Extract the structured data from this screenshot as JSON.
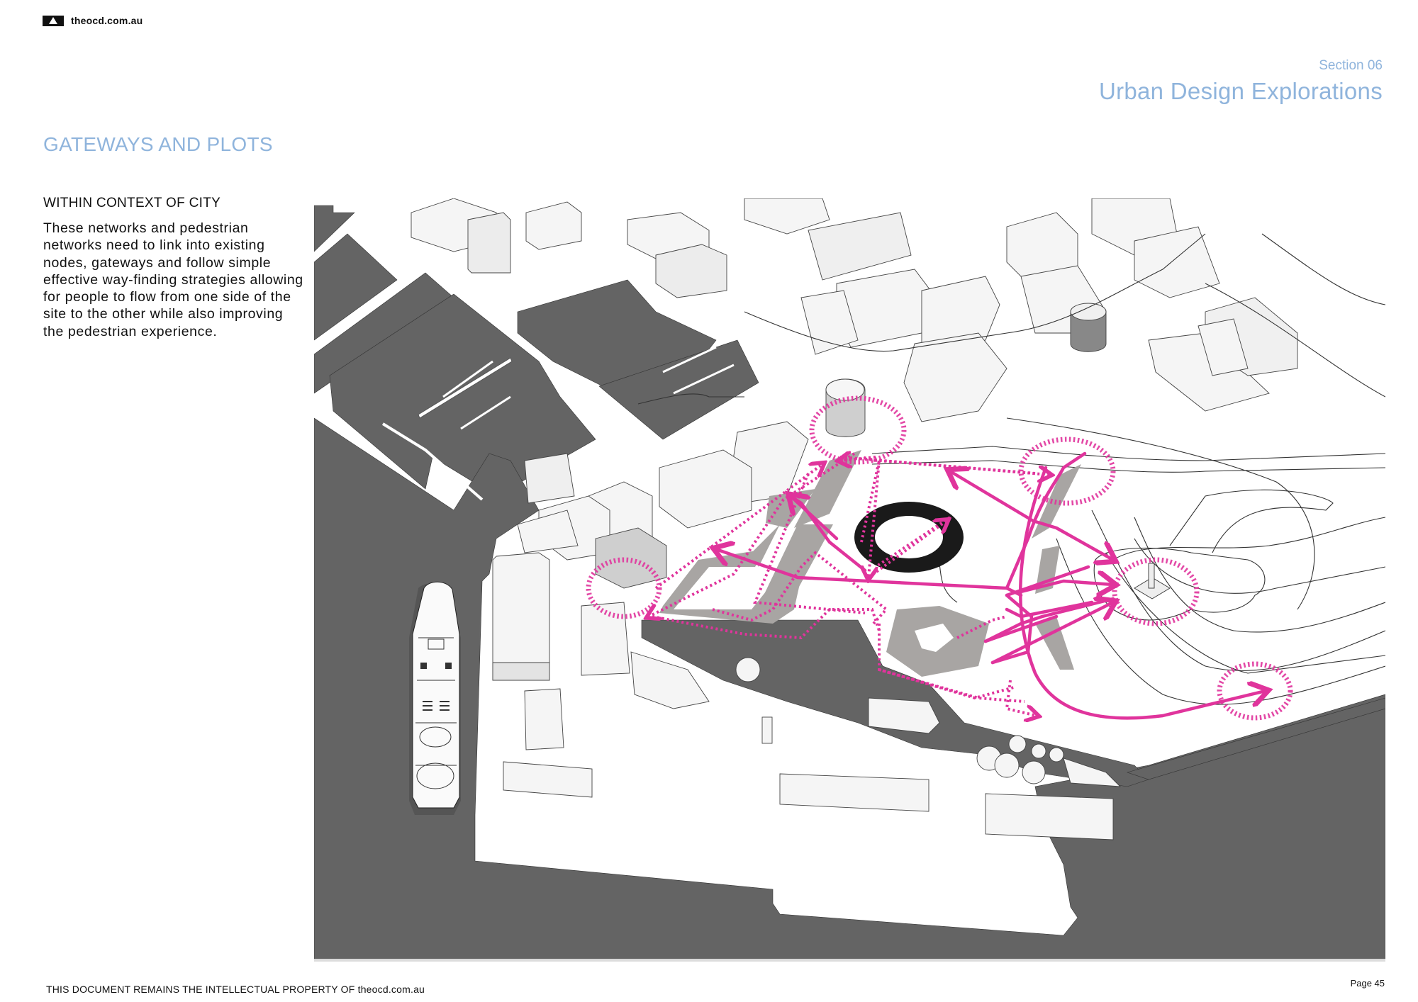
{
  "header": {
    "logo_text": "theocd.com.au",
    "logo_icon": "triangle-logo-icon",
    "section_label": "Section 06",
    "section_title": "Urban Design Explorations"
  },
  "page": {
    "heading": "GATEWAYS AND PLOTS",
    "sub_heading": "WITHIN CONTEXT OF CITY",
    "body": "These networks and pedestrian networks need to link into existing nodes, gateways and follow simple effective way-finding strategies allowing for people to flow from one side of the site to the other while also improving the pedestrian experience."
  },
  "map": {
    "description": "Axonometric site diagram of waterfront with pedestrian networks, gateway nodes and development plots",
    "colors": {
      "water": "#646464",
      "land": "#ffffff",
      "building": "#f4f4f4",
      "plot": "#a8a5a3",
      "network": "#e0349c",
      "stadium_ring": "#1a1a1a"
    },
    "gateway_nodes": 5,
    "legend_elements": [
      "solid-primary-route",
      "dotted-secondary-route",
      "gateway-node-ring",
      "development-plot",
      "oval-ring"
    ]
  },
  "footer": {
    "ip_notice": "THIS DOCUMENT REMAINS THE INTELLECTUAL PROPERTY OF  theocd.com.au",
    "page_number": "Page 45"
  }
}
